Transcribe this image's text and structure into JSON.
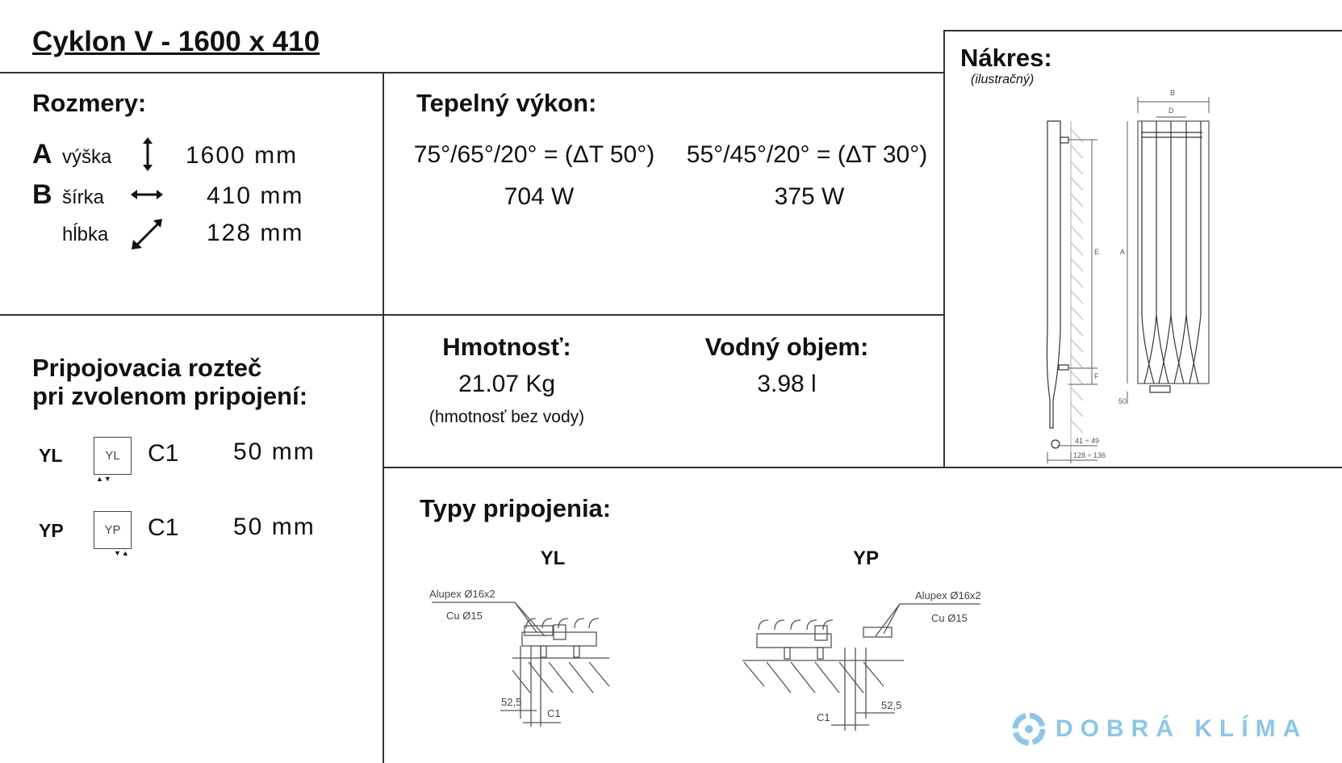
{
  "title": "Cyklon V - 1600 x 410",
  "dimensions": {
    "heading": "Rozmery:",
    "rows": [
      {
        "letter": "A",
        "label": "výška",
        "icon": "vertical-arrow-icon",
        "value": "1600 mm"
      },
      {
        "letter": "B",
        "label": "šírka",
        "icon": "horizontal-arrow-icon",
        "value": "410 mm"
      },
      {
        "letter": "",
        "label": "hĺbka",
        "icon": "diagonal-arrow-icon",
        "value": "128 mm"
      }
    ]
  },
  "heat_output": {
    "heading": "Tepelný výkon:",
    "columns": [
      {
        "condition": "75°/65°/20° = (ΔT 50°)",
        "value": "704 W"
      },
      {
        "condition": "55°/45°/20° = (ΔT 30°)",
        "value": "375 W"
      }
    ]
  },
  "weight": {
    "heading": "Hmotnosť:",
    "value": "21.07 Kg",
    "note": "(hmotnosť bez vody)"
  },
  "water_volume": {
    "heading": "Vodný objem:",
    "value": "3.98 l"
  },
  "spacing": {
    "heading_line1": "Pripojovacia rozteč",
    "heading_line2": "pri zvolenom pripojení:",
    "rows": [
      {
        "type": "YL",
        "box": "YL",
        "arrows": "▲▼",
        "name": "C1",
        "value": "50 mm"
      },
      {
        "type": "YP",
        "box": "YP",
        "arrows": "▼▲",
        "name": "C1",
        "value": "50 mm"
      }
    ]
  },
  "connection_types": {
    "heading": "Typy pripojenia:",
    "diagrams": [
      {
        "label": "YL",
        "pipe1": "Alupex Ø16x2",
        "pipe2": "Cu Ø15",
        "dim1": "52,5",
        "dim2": "C1"
      },
      {
        "label": "YP",
        "pipe1": "Alupex Ø16x2",
        "pipe2": "Cu Ø15",
        "dim1": "52,5",
        "dim2": "C1"
      }
    ]
  },
  "drawing": {
    "heading": "Nákres:",
    "subheading": "(ilustračný)",
    "labels": {
      "b": "B",
      "d": "D",
      "a": "A",
      "e": "E",
      "f": "F",
      "h50": "50",
      "offset": "41 ÷ 49",
      "depth": "128 ÷ 136"
    }
  },
  "logo": {
    "text": "DOBRÁ KLÍMA",
    "color": "#8ec5e6"
  }
}
